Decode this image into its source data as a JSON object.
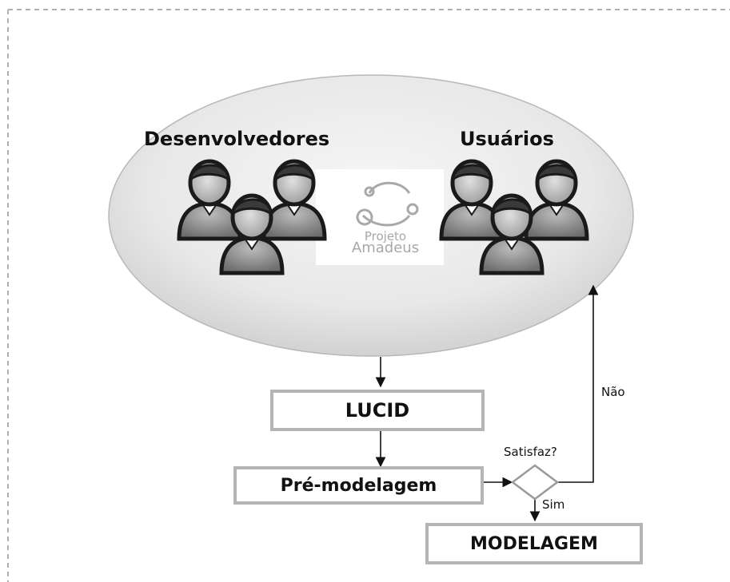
{
  "diagram": {
    "groups": {
      "developers_label": "Desenvolvedores",
      "users_label": "Usuários"
    },
    "logo": {
      "line1": "Projeto",
      "line2": "Amadeus",
      "icon": "project-amadeus-logo-icon"
    },
    "boxes": {
      "lucid": "LUCID",
      "pre_modelagem": "Pré-modelagem",
      "modelagem": "MODELAGEM"
    },
    "decision": {
      "question": "Satisfaz?",
      "yes": "Sim",
      "no": "Não"
    },
    "icons": {
      "developers": "developers-group-icon",
      "users": "users-group-icon"
    },
    "colors": {
      "box_border": "#b5b5b5",
      "frame_dash": "#b0b0b0",
      "ellipse_fill": "#e6e6e6",
      "person_fill": "#8a8a8a",
      "person_outline": "#1a1a1a"
    }
  }
}
